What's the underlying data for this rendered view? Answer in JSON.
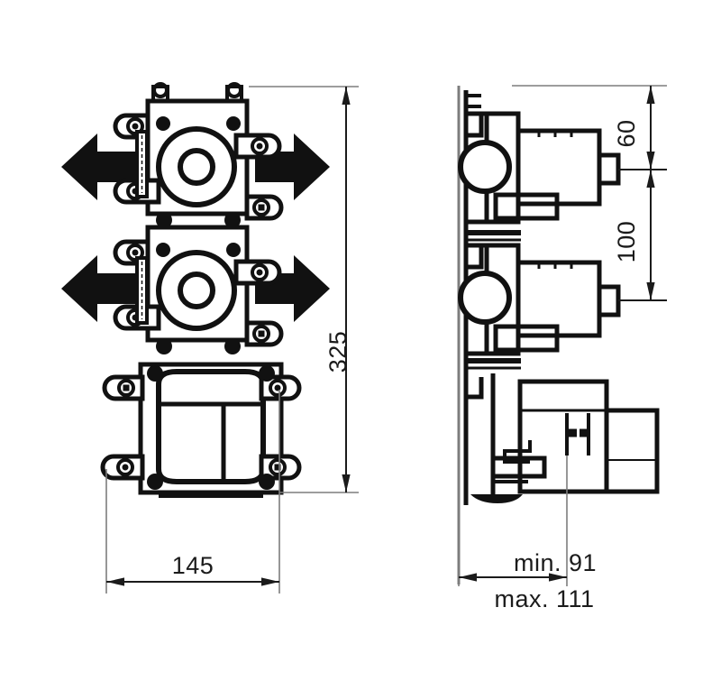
{
  "drawing": {
    "title": "Concealed valve body installation drawing",
    "type": "technical-dimension-drawing",
    "background_color": "#ffffff",
    "line_color": "#111111",
    "dimension_line_color": "#1b1b1b",
    "thin_line_color": "#7d7d7d"
  },
  "views": {
    "front": {
      "name": "front-view",
      "label": ""
    },
    "side": {
      "name": "side-view",
      "label": ""
    }
  },
  "dimensions": {
    "height_overall": {
      "value": "325",
      "orientation": "vertical",
      "view": "front",
      "unit_shown": false
    },
    "width_overall": {
      "value": "145",
      "orientation": "horizontal",
      "view": "front",
      "unit_shown": false
    },
    "spacing_upper": {
      "value": "60",
      "orientation": "vertical",
      "view": "side",
      "unit_shown": false
    },
    "spacing_lower": {
      "value": "100",
      "orientation": "vertical",
      "view": "side",
      "unit_shown": false
    },
    "depth_min": {
      "value": "min. 91",
      "orientation": "horizontal",
      "view": "side",
      "unit_shown": false
    },
    "depth_max": {
      "value": "max. 111",
      "orientation": "horizontal",
      "view": "side",
      "unit_shown": false
    }
  },
  "annotations": {
    "arrows": [
      {
        "name": "flow-arrow-left-upper",
        "direction": "left"
      },
      {
        "name": "flow-arrow-right-upper",
        "direction": "right"
      },
      {
        "name": "flow-arrow-left-lower",
        "direction": "left"
      },
      {
        "name": "flow-arrow-right-lower",
        "direction": "right"
      }
    ]
  }
}
